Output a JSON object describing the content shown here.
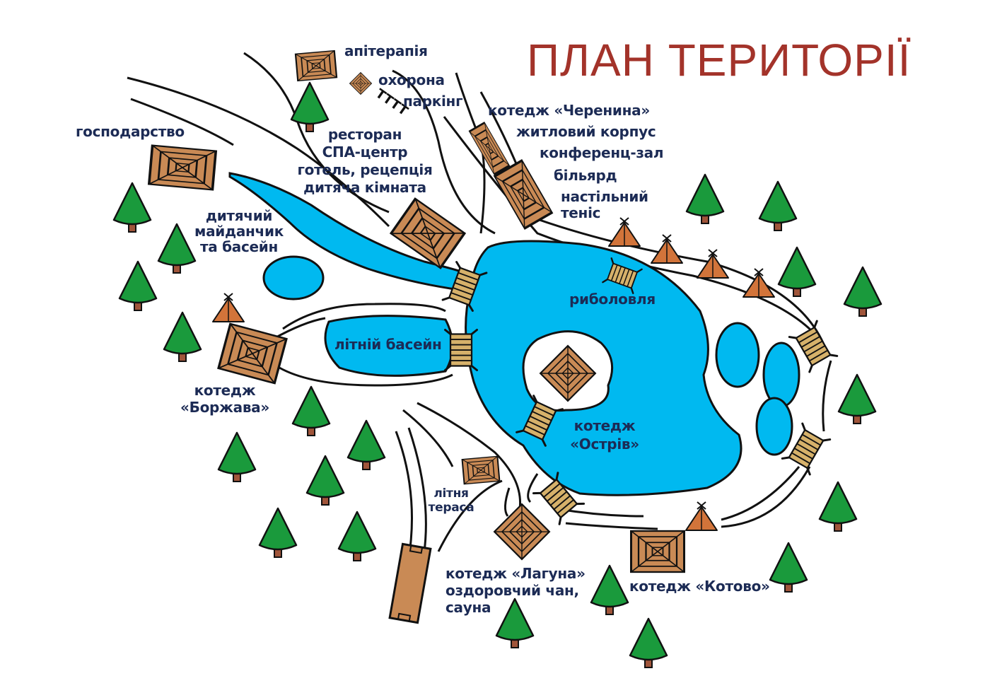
{
  "title": "ПЛАН ТЕРИТОРІЇ",
  "colors": {
    "title": "#a3332a",
    "label": "#1c2b55",
    "water": "#00b9f0",
    "building": "#c98a55",
    "tree": "#1a9a3c",
    "tree_trunk": "#a0553a",
    "tent": "#d2743a",
    "bridge": "#d6b16a",
    "outline": "#111111"
  },
  "labels": {
    "apiterapiia": "апітерапія",
    "okhorona": "охорона",
    "parking": "паркінг",
    "restaurant": [
      "ресторан",
      "СПА-центр",
      "готель, рецепція",
      "дитяча кімната"
    ],
    "hospodarstvo": "господарство",
    "cherenyna": [
      "котедж «Черенина»",
      "житловий корпус",
      "конференц-зал",
      "більярд",
      "настільний",
      "теніс"
    ],
    "playground": [
      "дитячий",
      "майданчик",
      "та басейн"
    ],
    "fishing": "риболовля",
    "summer_pool": "літній басейн",
    "borzhava": [
      "котедж",
      "«Боржава»"
    ],
    "ostriv": [
      "котедж",
      "«Острів»"
    ],
    "terrace": [
      "літня",
      "тераса"
    ],
    "laguna": [
      "котедж «Лагуна»",
      "оздоровчий чан,",
      "сауна"
    ],
    "kotovo": "котедж «Котово»"
  },
  "icons": [
    "building-icon",
    "tree-icon",
    "tent-icon",
    "bridge-icon",
    "parking-icon",
    "sports-field-icon"
  ]
}
